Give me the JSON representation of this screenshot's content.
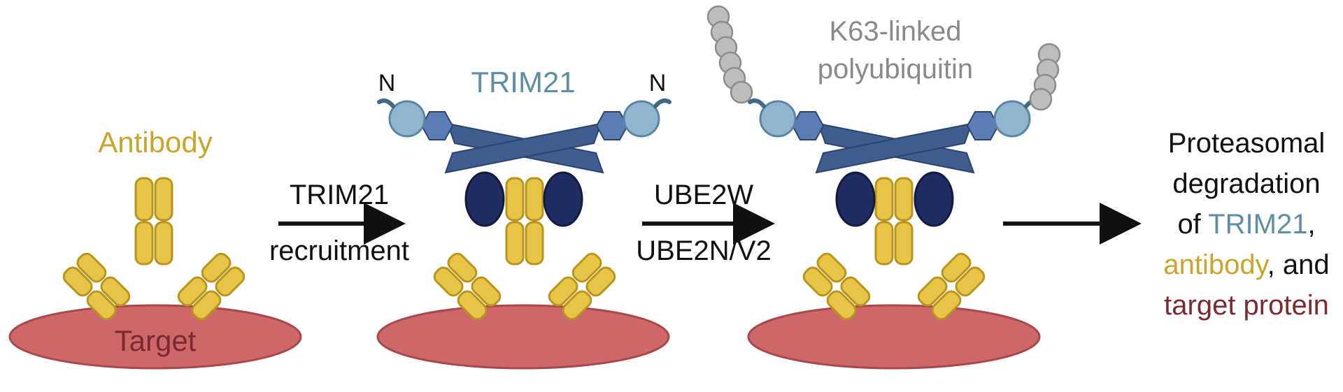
{
  "labels": {
    "antibody": "Antibody",
    "target": "Target",
    "trim21": "TRIM21",
    "n_left": "N",
    "n_right": "N",
    "step1_line1": "TRIM21",
    "step1_line2": "recruitment",
    "step2_line1": "UBE2W",
    "step2_line2": "UBE2N/V2",
    "polyub_line1": "K63-linked",
    "polyub_line2": "polyubiquitin",
    "result_line1": "Proteasomal",
    "result_line2": "degradation",
    "result_of": "of ",
    "result_trim21": "TRIM21",
    "result_comma1": ",",
    "result_antibody": "antibody",
    "result_and": ", and",
    "result_target": "target protein"
  },
  "colors": {
    "antibody": "#e8c547",
    "antibody_stroke": "#b9951f",
    "antibody_text": "#c9a62a",
    "target_fill": "#cd6769",
    "target_stroke": "#a8484b",
    "target_text": "#7a2a30",
    "trim21_bar": "#3f5d8f",
    "trim21_bar_stroke": "#2b4470",
    "trim21_hex": "#5b7fb4",
    "trim21_circle": "#8fb5cf",
    "trim21_circle_stroke": "#5a86a6",
    "trim21_text": "#5e8ea4",
    "trim21_dark": "#1f2d63",
    "ubiquitin": "#bdbdbd",
    "ubiquitin_stroke": "#8c8c8c",
    "polyub_text": "#8a8a8a",
    "arrow": "#111111"
  }
}
